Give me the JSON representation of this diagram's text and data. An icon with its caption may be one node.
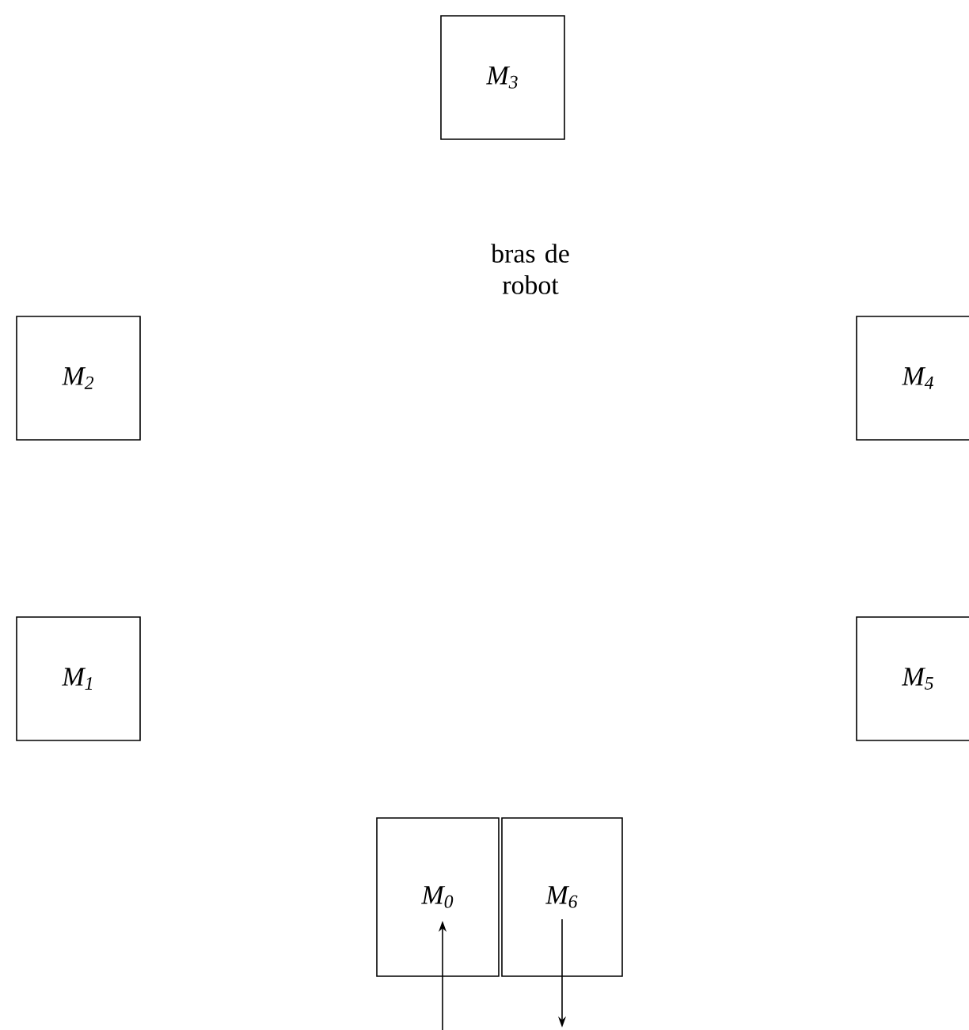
{
  "diagram": {
    "nodes": [
      {
        "text": [
          "M$_{3}$"
        ]
      },
      {
        "text": [
          "M$_{2}$"
        ]
      },
      {
        "text": [
          "M$_{4}$"
        ]
      },
      {
        "text": [
          "M$_{1}$"
        ]
      },
      {
        "text": [
          "M$_{5}$"
        ]
      },
      {
        "text": [
          "M$_{0}$"
        ]
      },
      {
        "text": [
          "M$_{6}$"
        ]
      }
    ],
    "edges": [
      {
        "from": null,
        "to": 5,
        "arrow": "to"
      },
      {
        "from": 6,
        "to": null,
        "arrow": "to"
      }
    ],
    "labels": [
      "bras de robot"
    ]
  }
}
